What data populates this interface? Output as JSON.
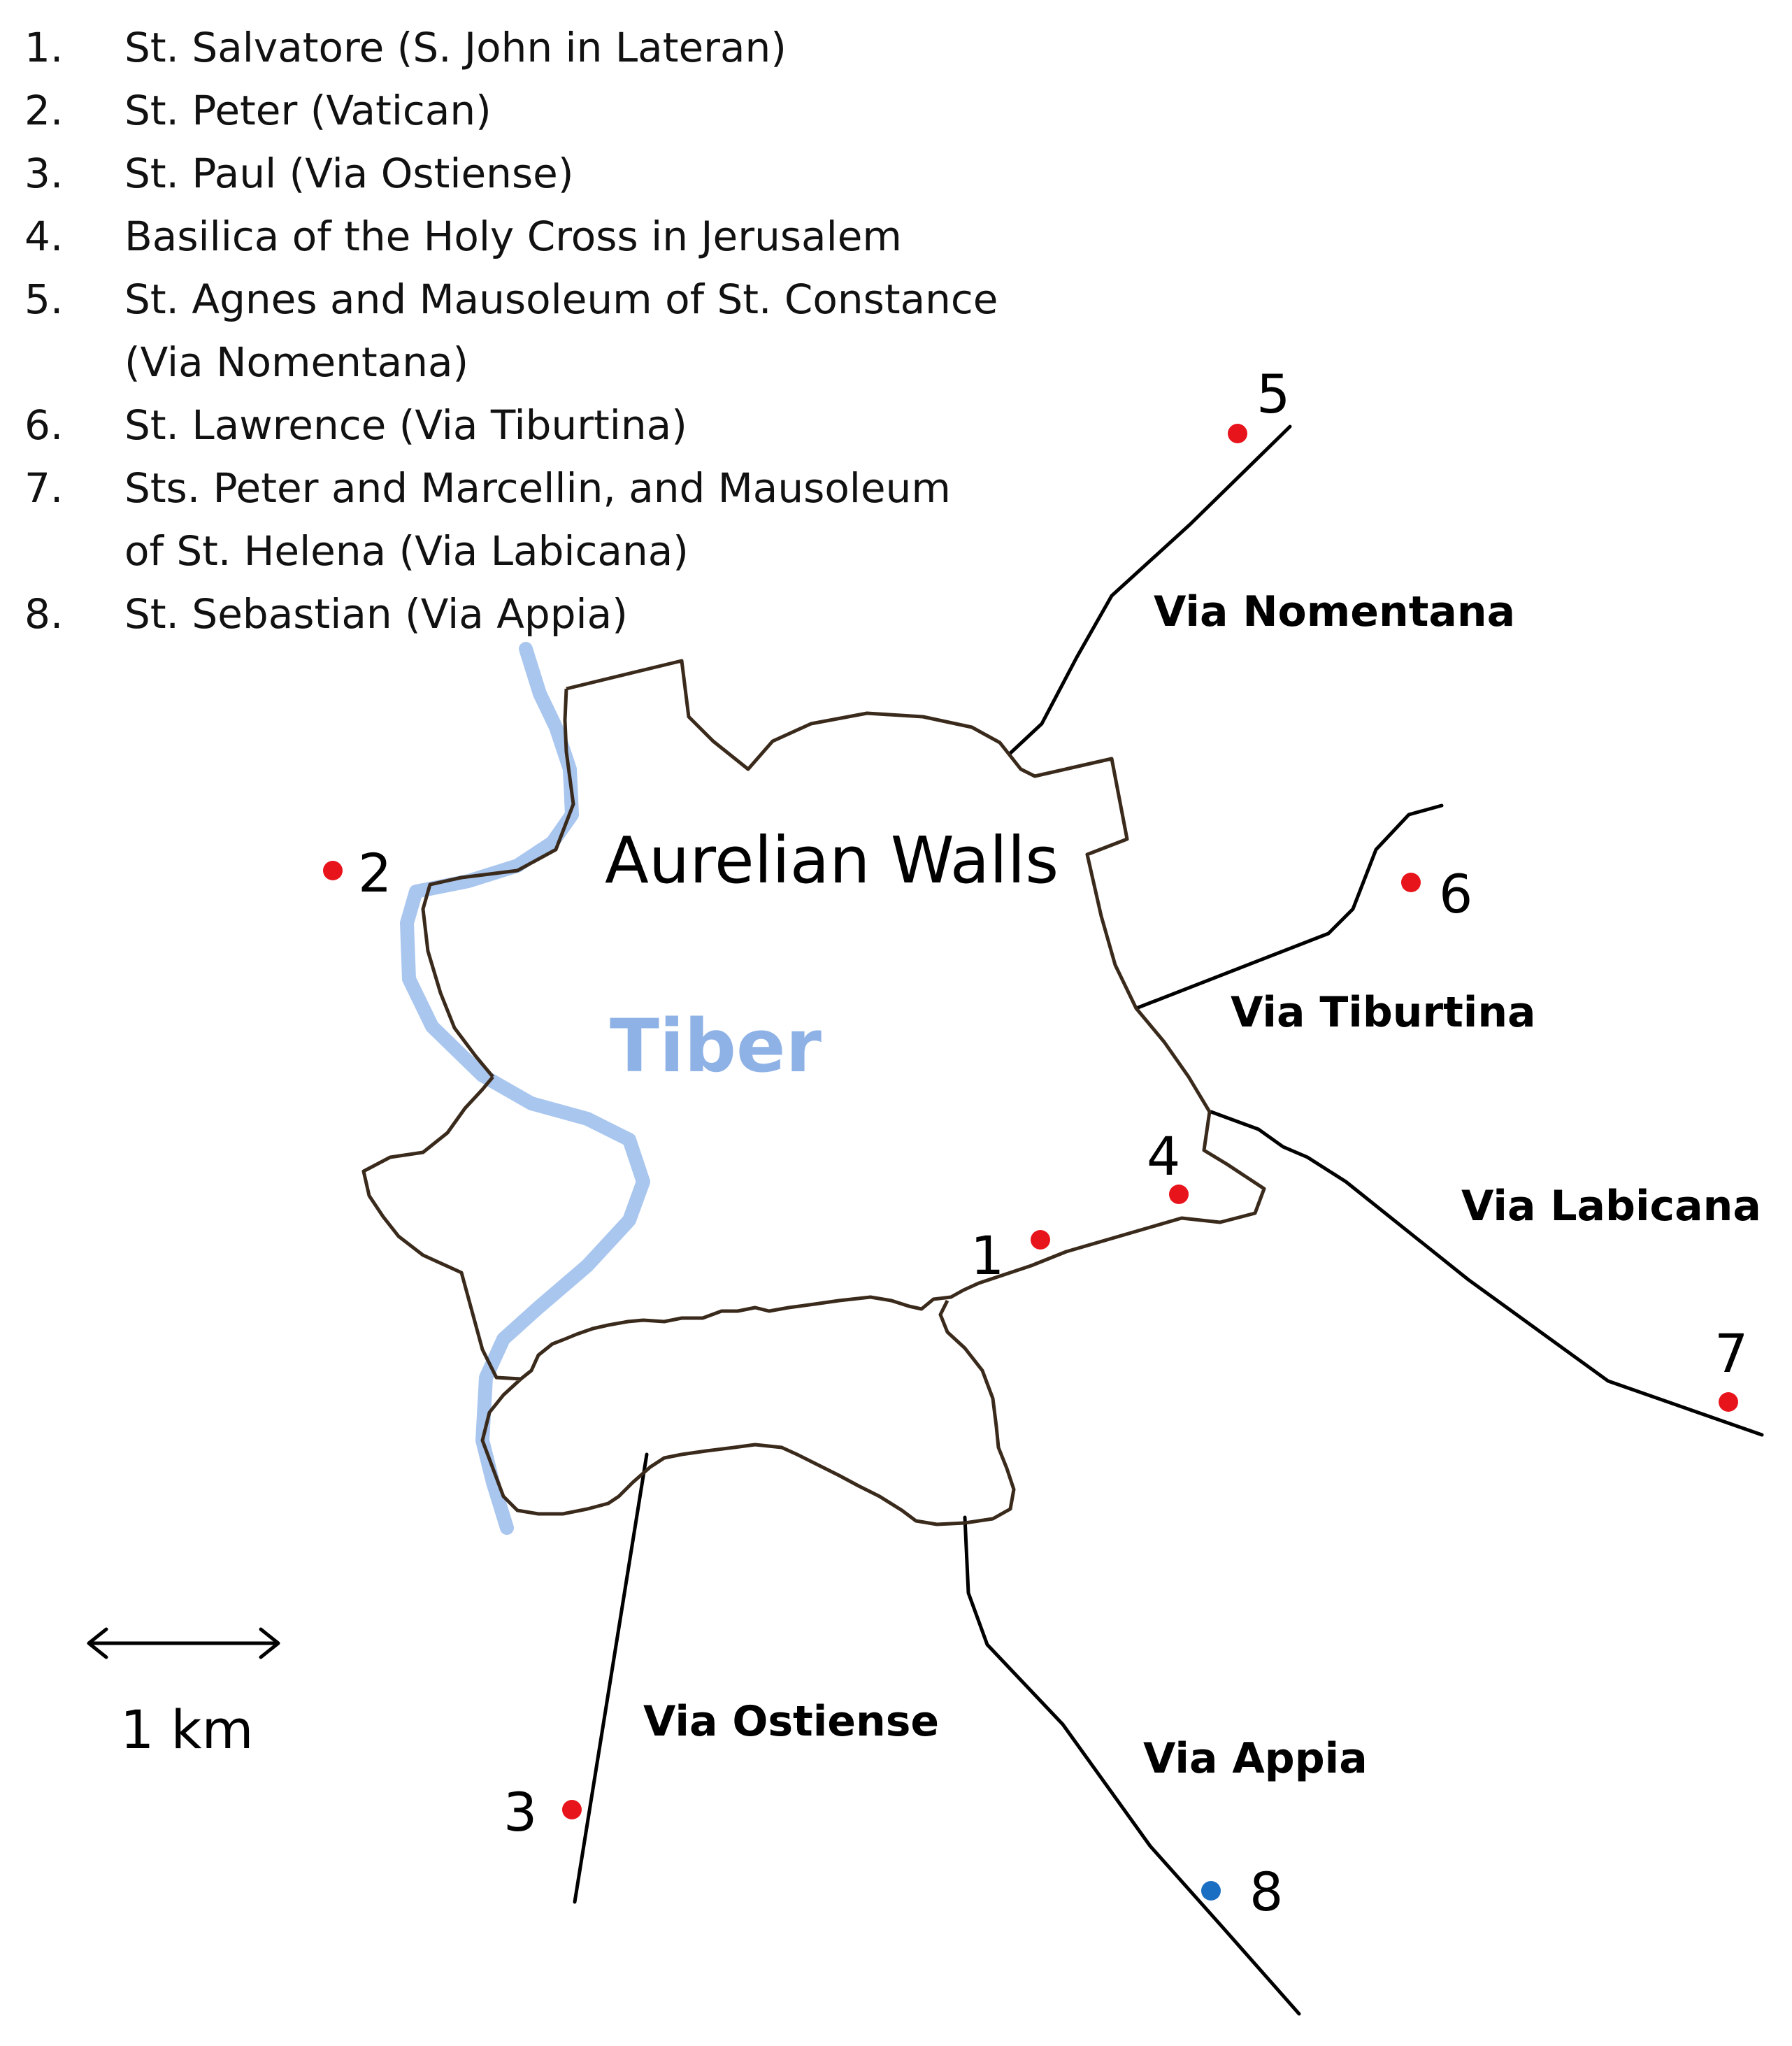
{
  "legend": [
    {
      "number": "1.",
      "lines": [
        "St. Salvatore (S. John in Lateran)"
      ]
    },
    {
      "number": "2.",
      "lines": [
        "St. Peter (Vatican)"
      ]
    },
    {
      "number": "3.",
      "lines": [
        "St. Paul (Via Ostiense)"
      ]
    },
    {
      "number": "4.",
      "lines": [
        "Basilica of the Holy Cross in Jerusalem"
      ]
    },
    {
      "number": "5.",
      "lines": [
        "St. Agnes and Mausoleum of St. Constance",
        "(Via Nomentana)"
      ]
    },
    {
      "number": "6.",
      "lines": [
        "St. Lawrence (Via Tiburtina)"
      ]
    },
    {
      "number": "7.",
      "lines": [
        "Sts. Peter and Marcellin, and Mausoleum",
        "of St. Helena (Via Labicana)"
      ]
    },
    {
      "number": "8.",
      "lines": [
        "St. Sebastian (Via Appia)"
      ]
    }
  ],
  "labels": {
    "walls": "Aurelian Walls",
    "river": "Tiber"
  },
  "roads": {
    "nomentana": "Via Nomentana",
    "tiburtina": "Via Tiburtina",
    "labicana": "Via Labicana",
    "ostiense": "Via Ostiense",
    "appia": "Via Appia"
  },
  "sites": {
    "s1": "1",
    "s2": "2",
    "s3": "3",
    "s4": "4",
    "s5": "5",
    "s6": "6",
    "s7": "7",
    "s8": "8"
  },
  "scale": {
    "label": "1 km"
  },
  "colors": {
    "site_marker": "#e8141c",
    "highlight_marker": "#1b6fc2",
    "wall": "#3a2a1c",
    "river": "#a9c6ef",
    "river_label": "#8fb2e6",
    "road": "#000000"
  }
}
